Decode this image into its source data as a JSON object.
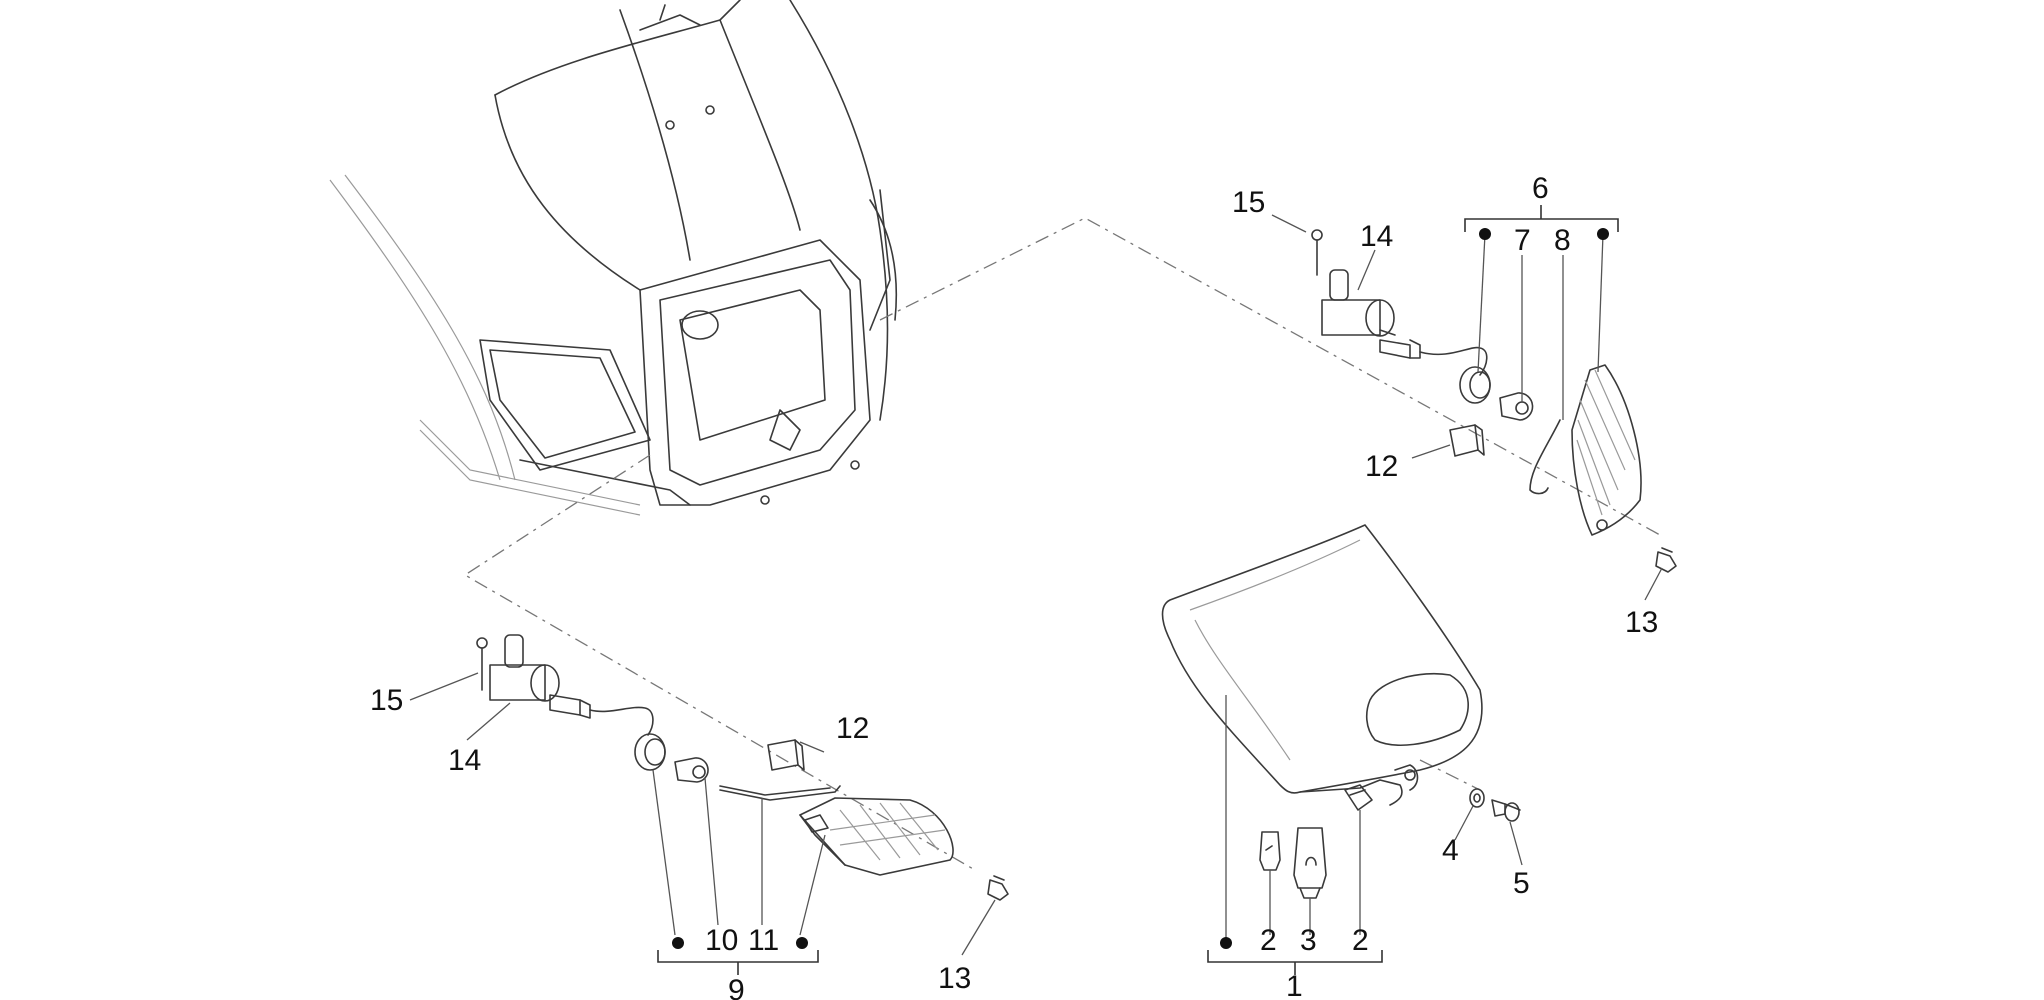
{
  "diagram": {
    "callouts": {
      "c1": "1",
      "c2a": "2",
      "c2b": "2",
      "c3": "3",
      "c4": "4",
      "c5": "5",
      "c6": "6",
      "c7": "7",
      "c8": "8",
      "c9": "9",
      "c10": "10",
      "c11": "11",
      "c12a": "12",
      "c12b": "12",
      "c13a": "13",
      "c13b": "13",
      "c14a": "14",
      "c14b": "14",
      "c15a": "15",
      "c15b": "15"
    }
  }
}
